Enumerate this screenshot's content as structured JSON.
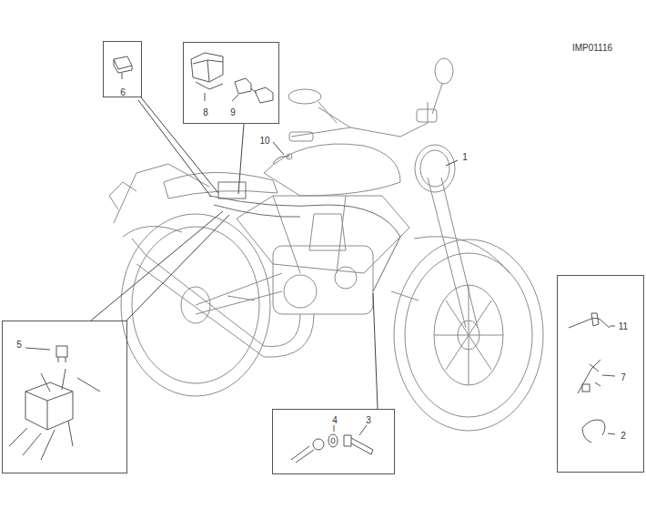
{
  "diagram": {
    "nodes": [
      {
        "text": [
          "6"
        ]
      },
      {
        "text": [
          "8",
          "9"
        ]
      },
      {
        "text": [
          "5"
        ]
      },
      {
        "text": [
          "4",
          "3"
        ]
      },
      {
        "text": [
          "11",
          "7",
          "2"
        ]
      }
    ],
    "labels": [
      "IMP01116",
      "10",
      "1"
    ]
  }
}
